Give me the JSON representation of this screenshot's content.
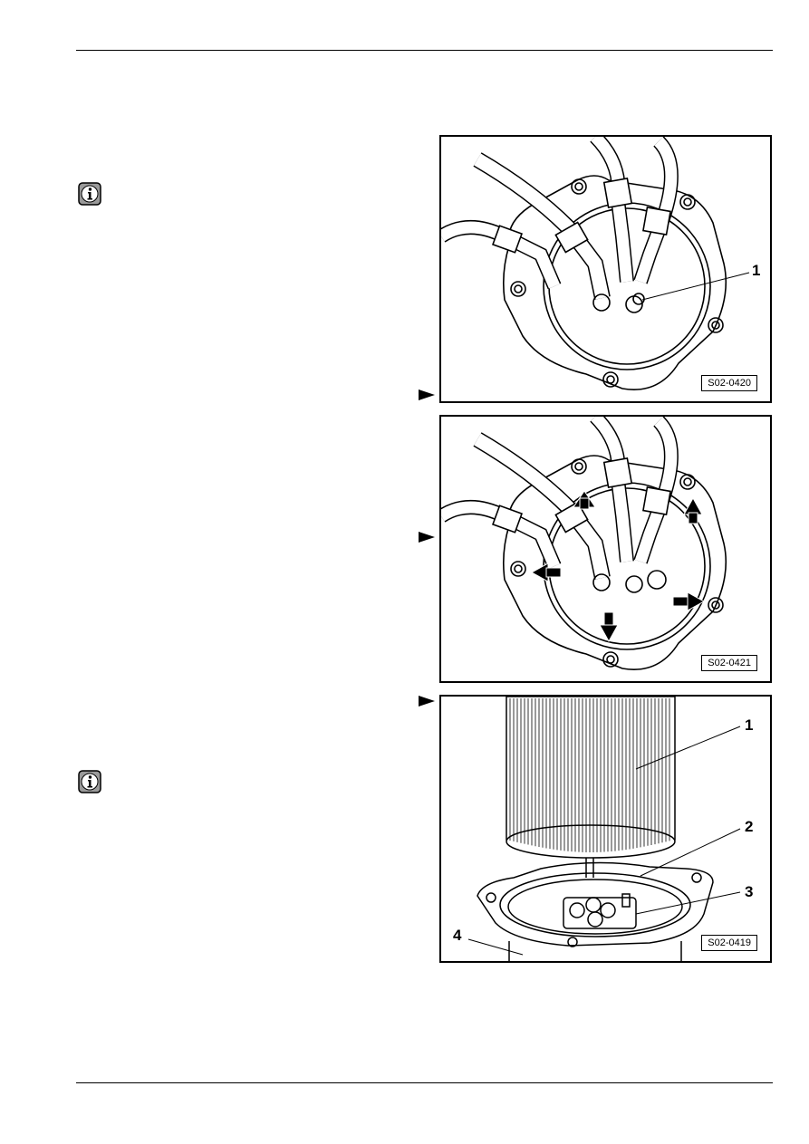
{
  "figures": [
    {
      "label": "S02-0420",
      "callouts": [
        "1"
      ]
    },
    {
      "label": "S02-0421",
      "callouts": []
    },
    {
      "label": "S02-0419",
      "callouts": [
        "1",
        "2",
        "3",
        "4"
      ]
    }
  ],
  "icons": {
    "info": "info-icon",
    "pointer": "pointer-arrow-icon",
    "direction": "direction-arrow-icon"
  }
}
